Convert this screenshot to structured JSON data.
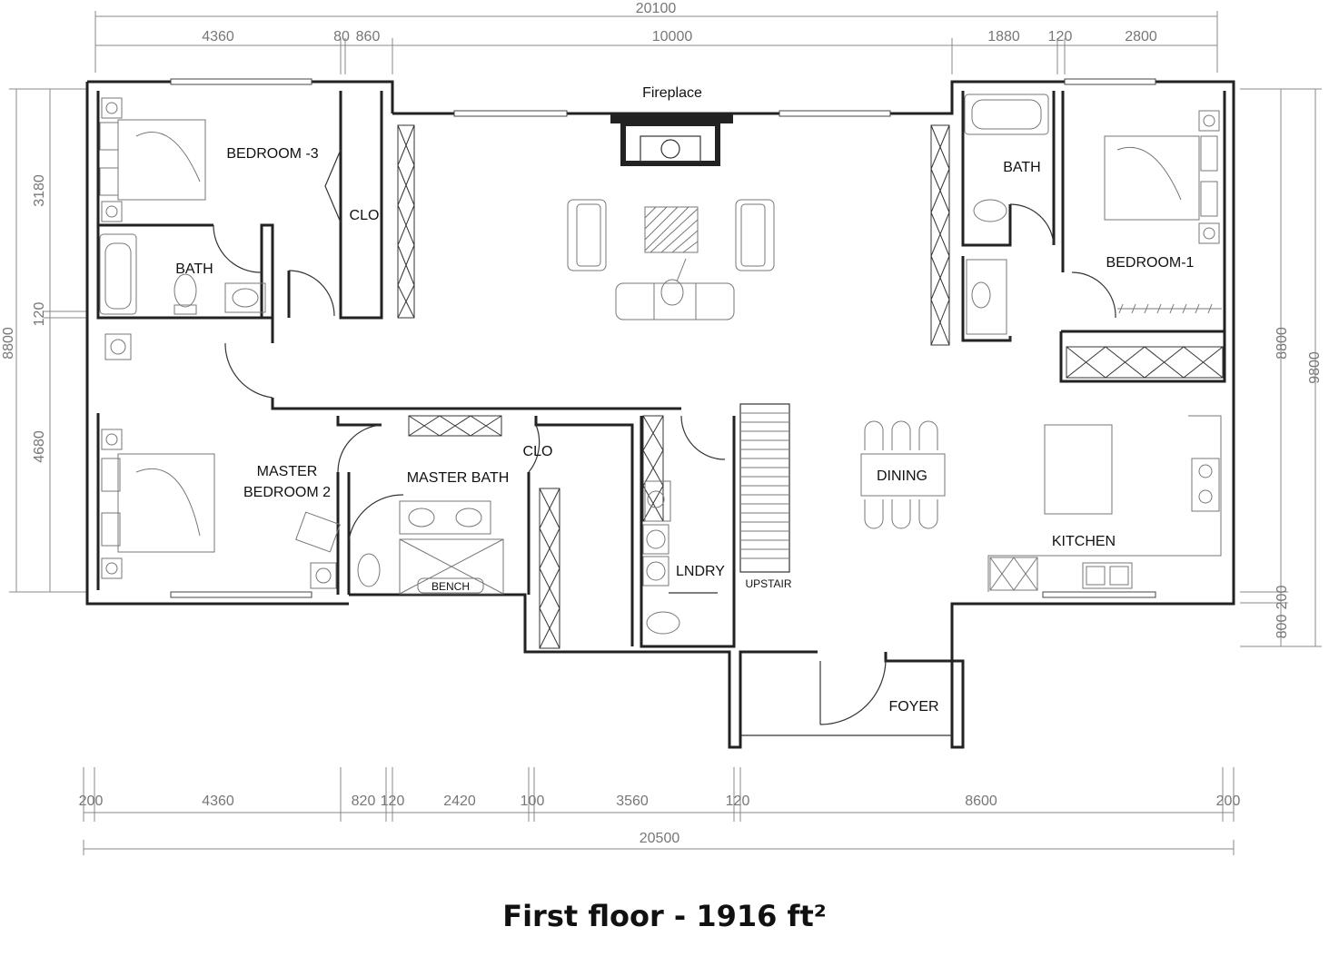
{
  "title": "First floor - 1916 ft²",
  "rooms": {
    "bedroom3": "BEDROOM -3",
    "clo_left": "CLO",
    "bath_left": "BATH",
    "fireplace": "Fireplace",
    "bath_right": "BATH",
    "bedroom1": "BEDROOM-1",
    "master_line1": "MASTER",
    "master_line2": "BEDROOM 2",
    "master_bath": "MASTER BATH",
    "clo_master": "CLO",
    "bench": "BENCH",
    "lndry": "LNDRY",
    "upstair": "UPSTAIR",
    "dining": "DINING",
    "kitchen": "KITCHEN",
    "foyer": "FOYER"
  },
  "dimensions": {
    "top_total": "20100",
    "top": [
      "4360",
      "80",
      "860",
      "10000",
      "1880",
      "120",
      "2800"
    ],
    "bottom": [
      "200",
      "4360",
      "820",
      "120",
      "2420",
      "100",
      "3560",
      "120",
      "8600",
      "200"
    ],
    "bottom_total": "20500",
    "left": [
      "3180",
      "120",
      "4680"
    ],
    "left_total": "8800",
    "right": [
      "8800",
      "200",
      "800"
    ],
    "right_total": "9800"
  }
}
